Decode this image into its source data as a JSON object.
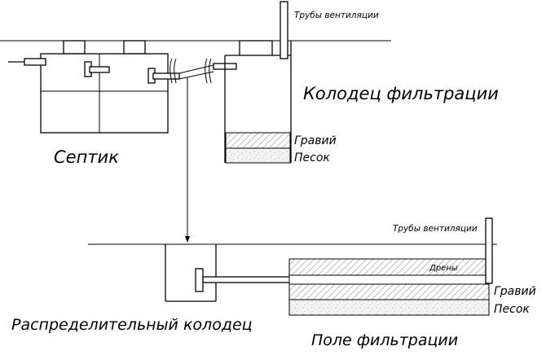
{
  "labels": {
    "vent_top": "Трубы вентиляции",
    "filter_well": "Колодец фильтрации",
    "gravel_top": "Гравий",
    "sand_top": "Песок",
    "septic": "Септик",
    "vent_bottom": "Трубы вентиляции",
    "drains": "Дрены",
    "gravel_bottom": "Гравий",
    "sand_bottom": "Песок",
    "distribution_well": "Распределительный колодец",
    "filter_field": "Поле фильтрации"
  }
}
